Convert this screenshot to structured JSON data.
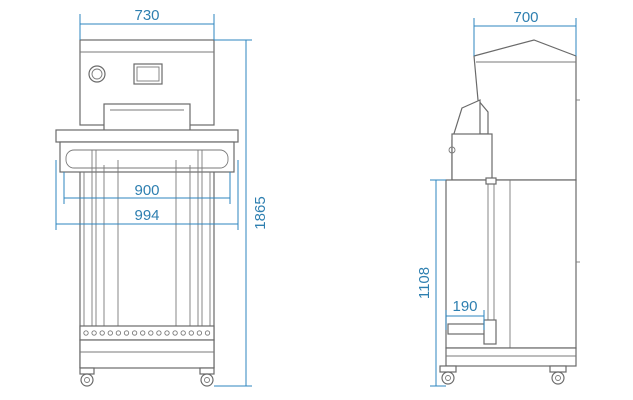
{
  "drawing": {
    "front_view": {
      "width_top": "730",
      "inner_width": "900",
      "outer_width": "994",
      "total_height": "1865"
    },
    "side_view": {
      "depth": "700",
      "table_height": "1108",
      "offset": "190"
    }
  },
  "colors": {
    "dimension": "#2e86bf",
    "outline": "#6a6a6a"
  }
}
